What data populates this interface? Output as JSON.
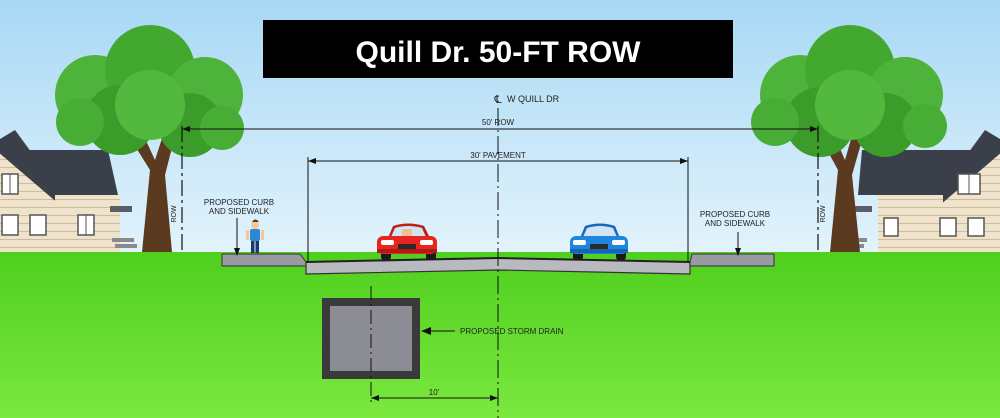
{
  "title": "Quill Dr. 50-FT ROW",
  "centerline_label": "W QUILL DR",
  "centerline_symbol": "℄",
  "row_width_label": "50' ROW",
  "pavement_label": "30' PAVEMENT",
  "row_side_label": "ROW",
  "curb_left": {
    "line1": "PROPOSED CURB",
    "line2": "AND SIDEWALK"
  },
  "curb_right": {
    "line1": "PROPOSED CURB",
    "line2": "AND SIDEWALK"
  },
  "storm_drain_label": "PROPOSED STORM DRAIN",
  "drain_offset_label": "10'",
  "colors": {
    "sky_top": "#a8d8f5",
    "sky_bottom": "#e4f4fc",
    "grass": "#5fd92b",
    "grass_dark": "#3fbf12",
    "title_bg": "#000000",
    "title_text": "#ffffff",
    "road": "#b9b9c0",
    "red_car": "#e8261f",
    "blue_car": "#1f86e0",
    "tree_foliage": "#43a830",
    "house_siding": "#efe3cc",
    "house_roof": "#3a3f4a"
  }
}
